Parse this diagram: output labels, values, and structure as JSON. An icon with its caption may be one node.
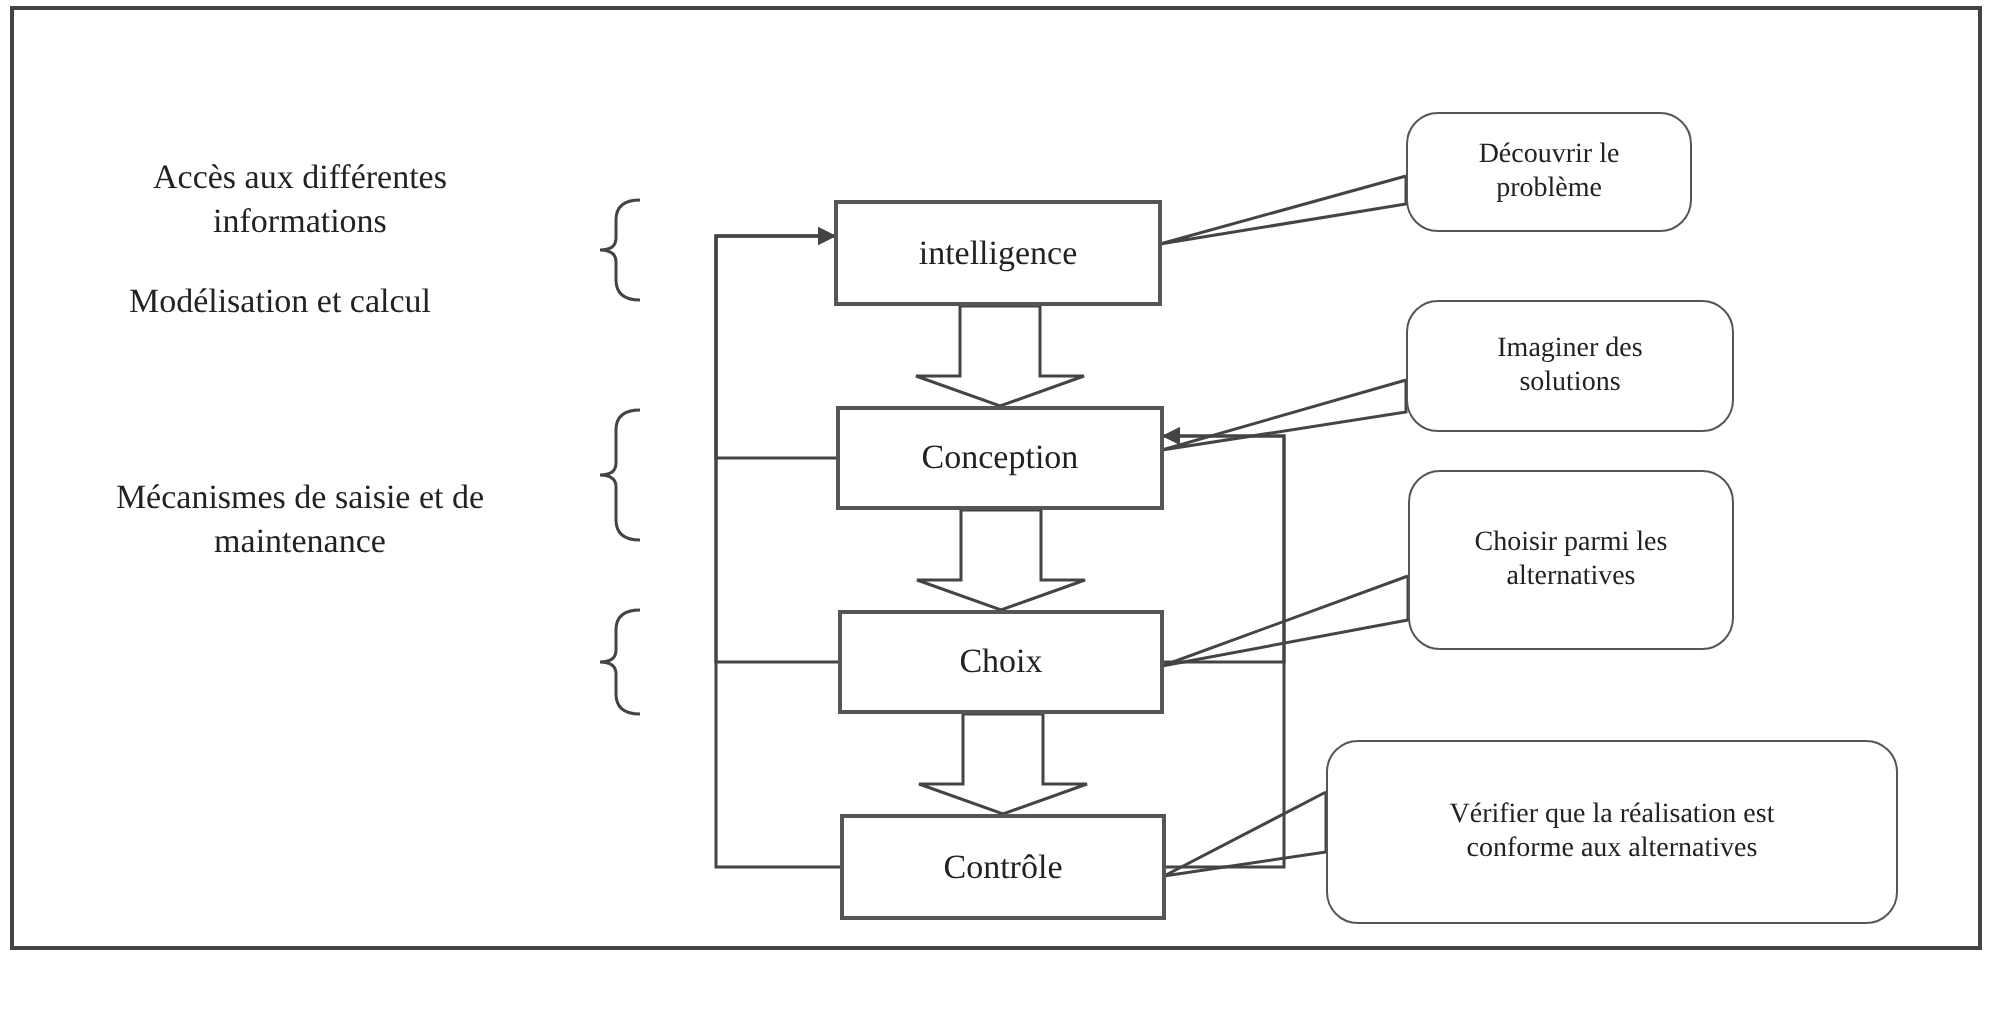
{
  "diagram": {
    "nodes": [
      {
        "text": [
          "intelligence"
        ]
      },
      {
        "text": [
          "Conception"
        ]
      },
      {
        "text": [
          "Choix"
        ]
      },
      {
        "text": [
          "Contrôle"
        ]
      },
      {
        "text": [
          "Découvrir le problème"
        ]
      },
      {
        "text": [
          "Imaginer des solutions"
        ]
      },
      {
        "text": [
          "Choisir parmi les alternatives"
        ]
      },
      {
        "text": [
          "Vérifier que la réalisation est conforme aux alternatives"
        ]
      }
    ],
    "edges": [
      {
        "from": 0,
        "to": 1,
        "arrow": "to",
        "style": "thick"
      },
      {
        "from": 1,
        "to": 2,
        "arrow": "to",
        "style": "thick"
      },
      {
        "from": 2,
        "to": 3,
        "arrow": "to",
        "style": "thick"
      },
      {
        "from": 1,
        "to": 0,
        "arrow": "to"
      },
      {
        "from": 2,
        "to": 0,
        "arrow": "to"
      },
      {
        "from": 3,
        "to": 0,
        "arrow": "to"
      },
      {
        "from": 2,
        "to": 1,
        "arrow": "to"
      },
      {
        "from": 3,
        "to": 1,
        "arrow": "to"
      },
      {
        "from": 4,
        "to": 0,
        "arrow": "none"
      },
      {
        "from": 5,
        "to": 1,
        "arrow": "none"
      },
      {
        "from": 6,
        "to": 2,
        "arrow": "none"
      },
      {
        "from": 7,
        "to": 3,
        "arrow": "none"
      }
    ],
    "labels": [
      "Accès aux différentes informations",
      "Modélisation et calcul",
      "Mécanismes de saisie et de maintenance"
    ]
  }
}
